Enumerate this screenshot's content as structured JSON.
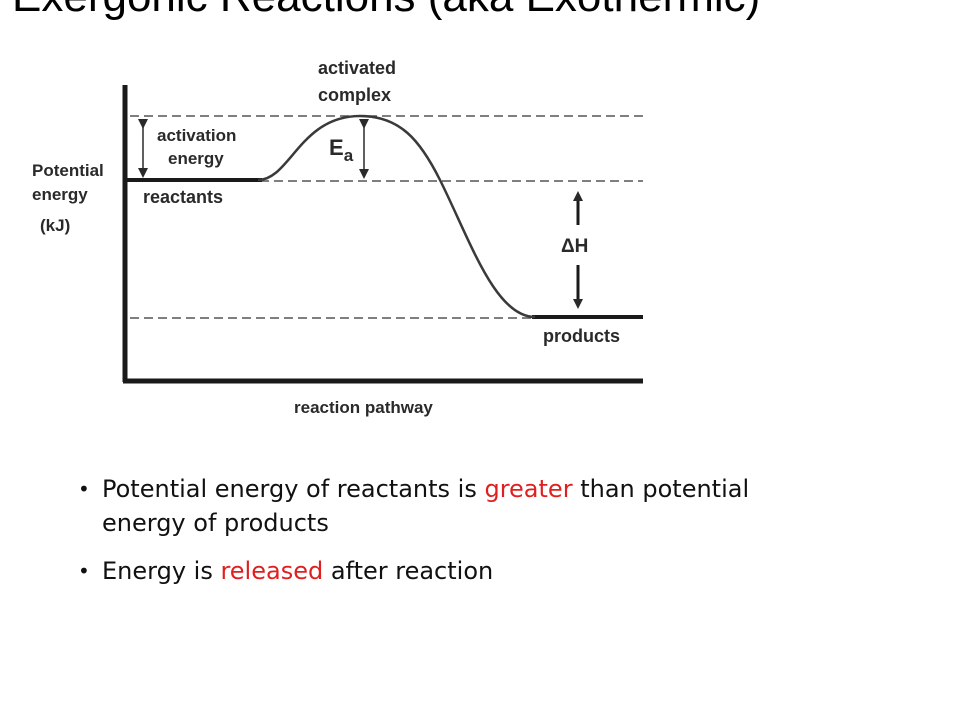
{
  "slide": {
    "title": "Exergonic Reactions (aka Exothermic)"
  },
  "diagram": {
    "y_axis_label": [
      "Potential",
      "energy",
      "(kJ)"
    ],
    "x_axis_label": "reaction pathway",
    "activated_complex_label": [
      "activated",
      "complex"
    ],
    "activation_energy_label": [
      "activation",
      "energy"
    ],
    "ea_label": "E",
    "ea_subscript": "a",
    "reactants_label": "reactants",
    "products_label": "products",
    "delta_h_label": "ΔH"
  },
  "bullets": [
    {
      "before": "Potential energy of reactants is ",
      "highlight": "greater",
      "after": " than potential energy of products"
    },
    {
      "before": "Energy is ",
      "highlight": "released",
      "after": " after reaction"
    }
  ],
  "colors": {
    "highlight": "#e02020",
    "curve": "#3a3a3a"
  }
}
